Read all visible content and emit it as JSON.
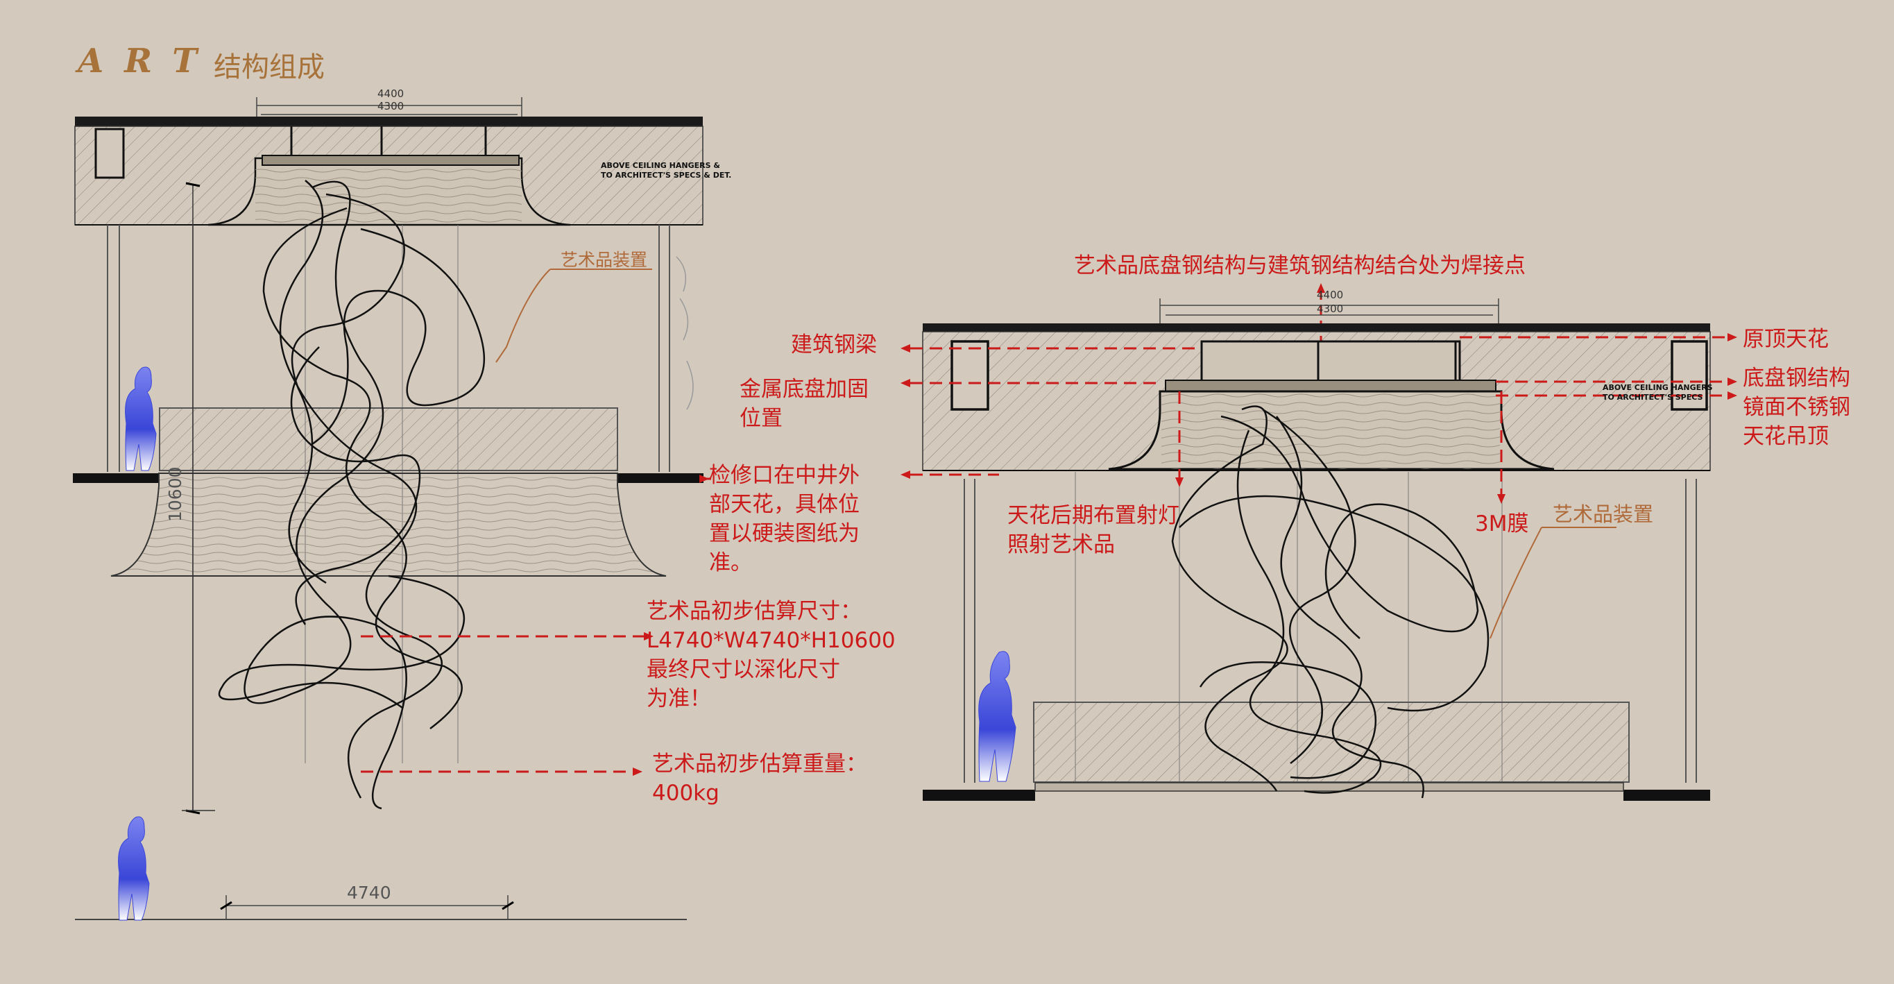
{
  "header": {
    "art_word": "ART",
    "subtitle": "结构组成"
  },
  "left_panel": {
    "installation_label": "艺术品装置",
    "dim_height": "10600",
    "dim_width": "4740",
    "dim_top_outer": "4400",
    "dim_top_inner": "4300",
    "ceiling_note": [
      "ABOVE CEILING HANGERS &",
      "TO ARCHITECT'S SPECS & DET."
    ],
    "note_access": [
      "检修口在中井外",
      "部天花，具体位",
      "置以硬装图纸为",
      "准。"
    ],
    "note_size": [
      "艺术品初步估算尺寸：",
      "L4740*W4740*H10600",
      "最终尺寸以深化尺寸",
      "为准！"
    ],
    "note_weight": [
      "艺术品初步估算重量：",
      "400kg"
    ]
  },
  "right_panel": {
    "welding_note": "艺术品底盘钢结构与建筑钢结构结合处为焊接点",
    "dim_top_outer": "4400",
    "dim_top_inner": "4300",
    "label_steel_beam": "建筑钢梁",
    "label_base_reinforce": [
      "金属底盘加固",
      "位置"
    ],
    "label_original_ceiling": "原顶天花",
    "label_base_steel": "底盘钢结构",
    "label_mirror": [
      "镜面不锈钢",
      "天花吊顶"
    ],
    "label_spotlight": [
      "天花后期布置射灯",
      "照射艺术品"
    ],
    "label_3m": "3M膜",
    "installation_label": "艺术品装置",
    "ceiling_note": [
      "ABOVE CEILING HANGERS",
      "TO ARCHITECT'S SPECS"
    ]
  },
  "colors": {
    "background": "#d3cabd",
    "accent_brown": "#a8733b",
    "annotation_red": "#cc1a1a",
    "orange_leader": "#b06a3a",
    "figure_blue": "#5a66e0"
  }
}
